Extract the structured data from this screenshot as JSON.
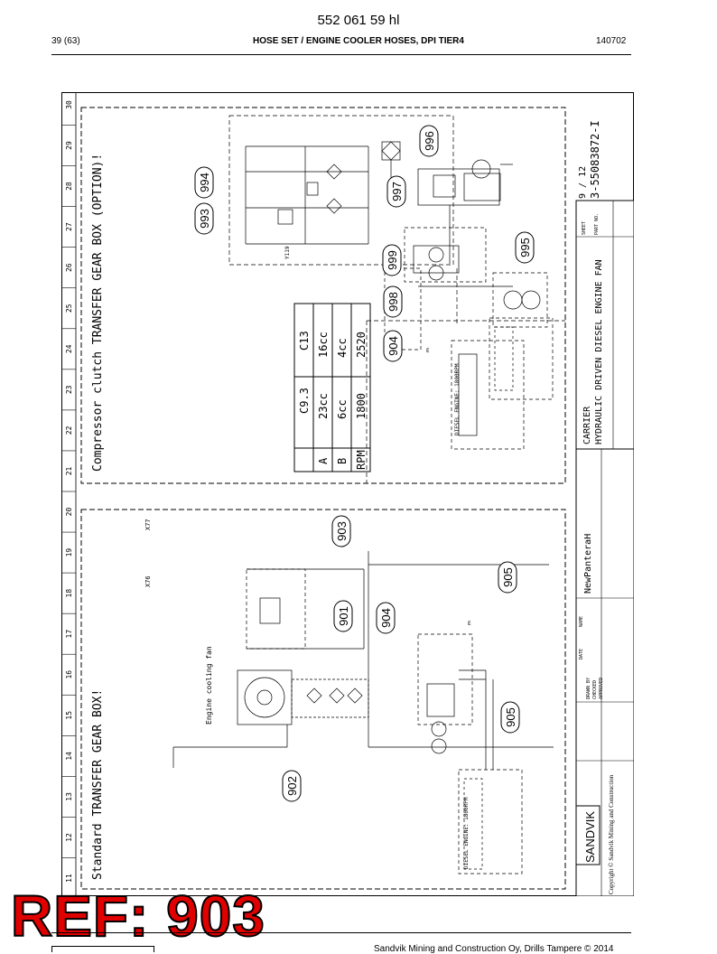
{
  "header": {
    "doc_number": "552 061 59 hl",
    "page": "39 (63)",
    "title": "HOSE SET / ENGINE COOLER HOSES, DPI TIER4",
    "code": "140702"
  },
  "drawing": {
    "col_numbers": [
      "11",
      "12",
      "13",
      "14",
      "15",
      "16",
      "17",
      "18",
      "19",
      "20",
      "21",
      "22",
      "23",
      "24",
      "25",
      "26",
      "27",
      "28",
      "29",
      "30"
    ],
    "left_box_title": "Standard TRANSFER GEAR BOX!",
    "right_box_title": "Compressor clutch TRANSFER GEAR BOX (OPTION)!",
    "spec_table": {
      "headers": [
        "",
        "C9.3",
        "C13"
      ],
      "rows": [
        [
          "A",
          "23cc",
          "16cc"
        ],
        [
          "B",
          "6cc",
          "4cc"
        ],
        [
          "RPM",
          "1800",
          "2520"
        ]
      ]
    },
    "callouts": [
      "993",
      "994",
      "996",
      "997",
      "999",
      "995",
      "998",
      "904",
      "903",
      "905",
      "901",
      "904",
      "902",
      "905"
    ],
    "labels": {
      "engine_fan": "Engine cooling fan",
      "diesel_engine": "DIESEL ENGINE: 1800RPM",
      "diesel_engine_right": "DIESEL ENGINE: 1800RPM",
      "x77": "X77",
      "x76": "X76",
      "y119": "Y119",
      "ref_e": "E"
    },
    "title_block": {
      "logo": "SANDVIK",
      "copyright": "Copyright © Sandvik Mining and Construction",
      "project": "NewPanteraH",
      "desc1": "CARRIER",
      "desc2": "HYDRAULIC DRIVEN DIESEL ENGINE FAN",
      "sheet": "9 / 12",
      "part_no": "3-55083872-I",
      "rows": [
        "DRAWN BY",
        "CHECKED",
        "APPROVED"
      ],
      "cols": [
        "DATE",
        "NAME"
      ],
      "sheet_label": "SHEET",
      "part_label": "PART NO.",
      "date_label": "DATE",
      "name_label": "NAME"
    }
  },
  "ref_stamp": "REF: 903",
  "footer": {
    "company": "Sandvik Mining and Construction Oy, Drills Tampere © 2014"
  }
}
